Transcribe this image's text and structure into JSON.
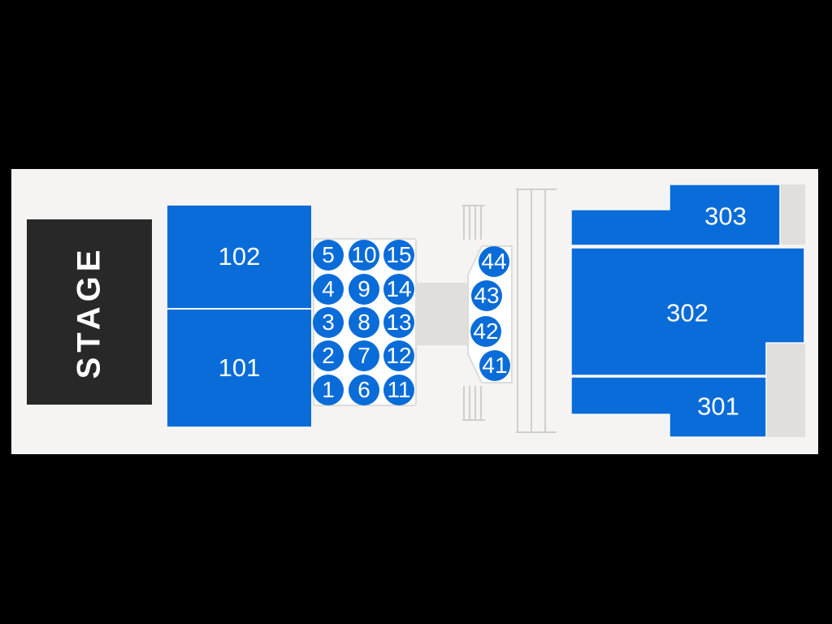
{
  "map": {
    "stage_label": "STAGE",
    "floor_sections": {
      "s102": "102",
      "s101": "101"
    },
    "balcony_sections": {
      "s303": "303",
      "s302": "302",
      "s301": "301"
    },
    "tables": {
      "grid": [
        "5",
        "10",
        "15",
        "4",
        "9",
        "14",
        "3",
        "8",
        "13",
        "2",
        "7",
        "12",
        "1",
        "6",
        "11"
      ],
      "side": [
        "44",
        "43",
        "42",
        "41"
      ]
    },
    "colors": {
      "section_blue": "#0a6cd8",
      "unavailable_gray": "#e0dfdc",
      "stage_dark": "#282828",
      "floor_background": "#f5f4f2",
      "outline_gray": "#cfcfcd"
    }
  }
}
